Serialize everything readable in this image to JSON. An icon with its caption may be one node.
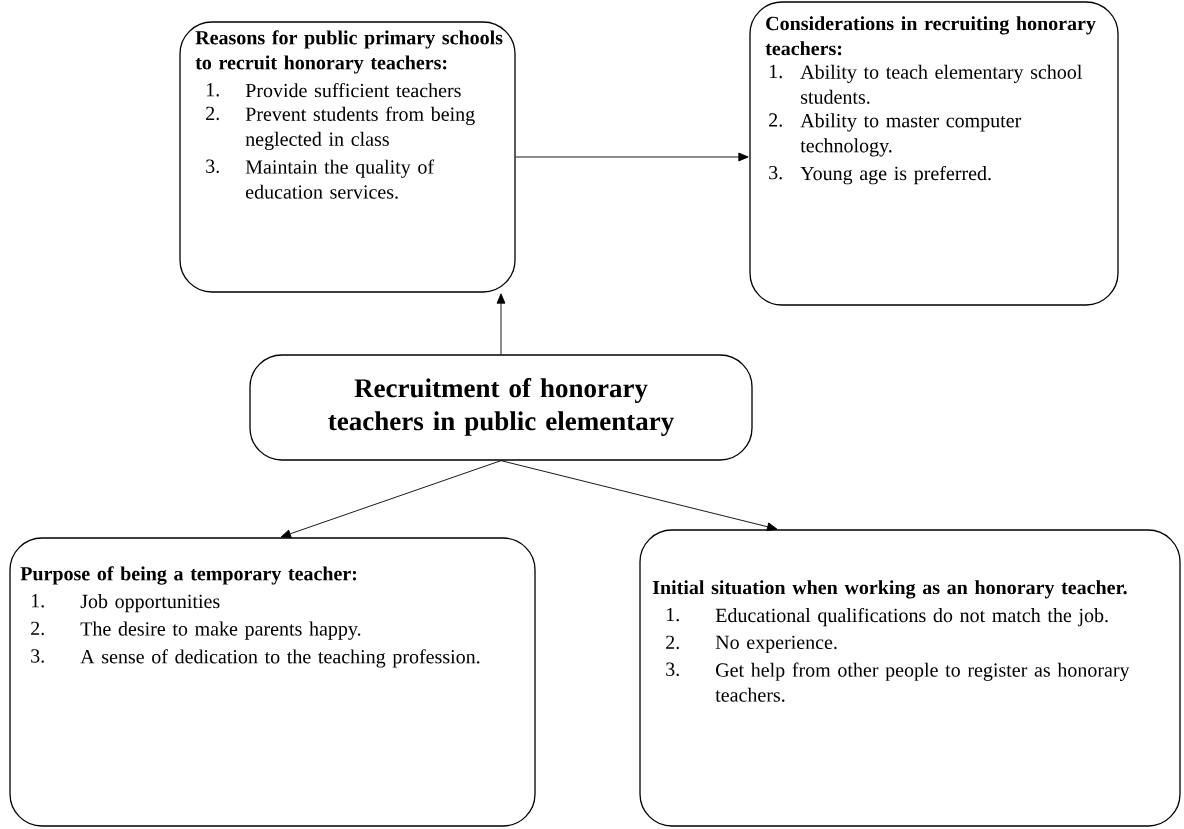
{
  "diagram": {
    "nodes": [
      {
        "text": [
          "Reasons for public primary schools to recruit honorary teachers:",
          "1.",
          "Provide sufficient teachers",
          "2.",
          "Prevent students from being neglected in class",
          "3.",
          "Maintain the quality of education services."
        ]
      },
      {
        "text": [
          "Considerations in recruiting honorary teachers:",
          "1.",
          "Ability to teach elementary school students.",
          "2.",
          "Ability to master computer technology.",
          "3.",
          "Young age is preferred."
        ]
      },
      {
        "text": [
          "Recruitment of honorary teachers in public elementary"
        ]
      },
      {
        "text": [
          "Purpose of being a temporary teacher:",
          "1.",
          "Job opportunities",
          "2.",
          "The desire to make parents happy.",
          "3.",
          "A sense of dedication to the teaching profession."
        ]
      },
      {
        "text": [
          "Initial situation when working as an honorary teacher.",
          "1.",
          "Educational qualifications do not match the job.",
          "2.",
          "No experience.",
          "3.",
          "Get help from other people to register as honorary teachers."
        ]
      }
    ],
    "edges": [
      {
        "from": 2,
        "to": 0,
        "arrow": "to"
      },
      {
        "from": 0,
        "to": 1,
        "arrow": "to"
      },
      {
        "from": 2,
        "to": 3,
        "arrow": "to"
      },
      {
        "from": 2,
        "to": 4,
        "arrow": "to"
      }
    ]
  }
}
